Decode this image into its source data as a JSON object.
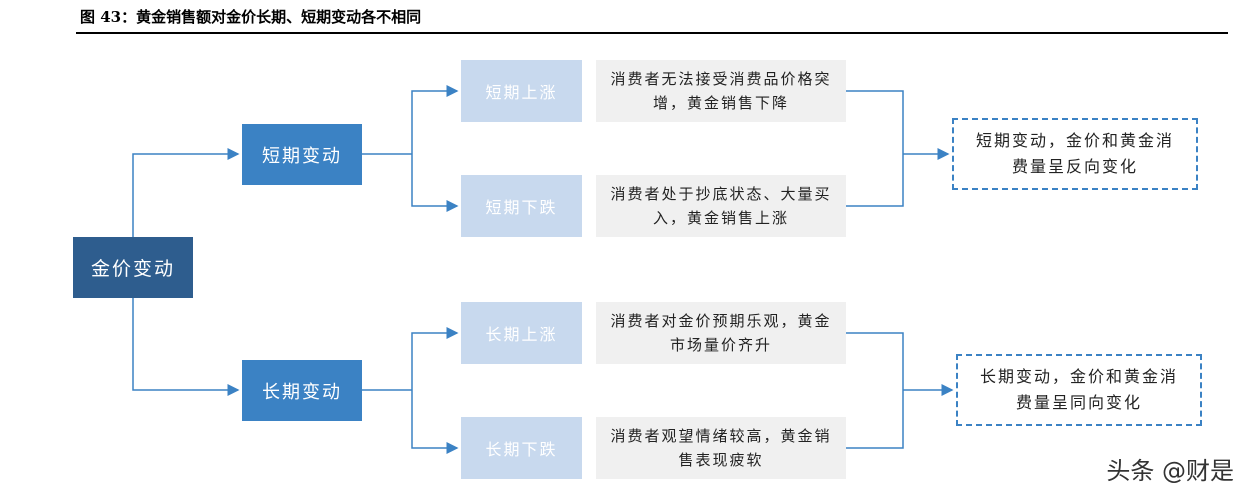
{
  "title": "图 43：黄金销售额对金价长期、短期变动各不相同",
  "root": "金价变动",
  "branches": [
    {
      "label": "短期变动",
      "result": "短期变动，金价和黄金消费量呈反向变化",
      "leaves": [
        {
          "label": "短期上涨",
          "desc": "消费者无法接受消费品价格突增，黄金销售下降"
        },
        {
          "label": "短期下跌",
          "desc": "消费者处于抄底状态、大量买入，黄金销售上涨"
        }
      ]
    },
    {
      "label": "长期变动",
      "result": "长期变动，金价和黄金消费量呈同向变化",
      "leaves": [
        {
          "label": "长期上涨",
          "desc": "消费者对金价预期乐观，黄金市场量价齐升"
        },
        {
          "label": "长期下跌",
          "desc": "消费者观望情绪较高，黄金销售表现疲软"
        }
      ]
    }
  ],
  "watermark": "头条 @财是",
  "colors": {
    "root": "#2e5d8e",
    "branch": "#3b82c4",
    "leaf": "#c8d9ee",
    "line": "#3b82c4"
  }
}
